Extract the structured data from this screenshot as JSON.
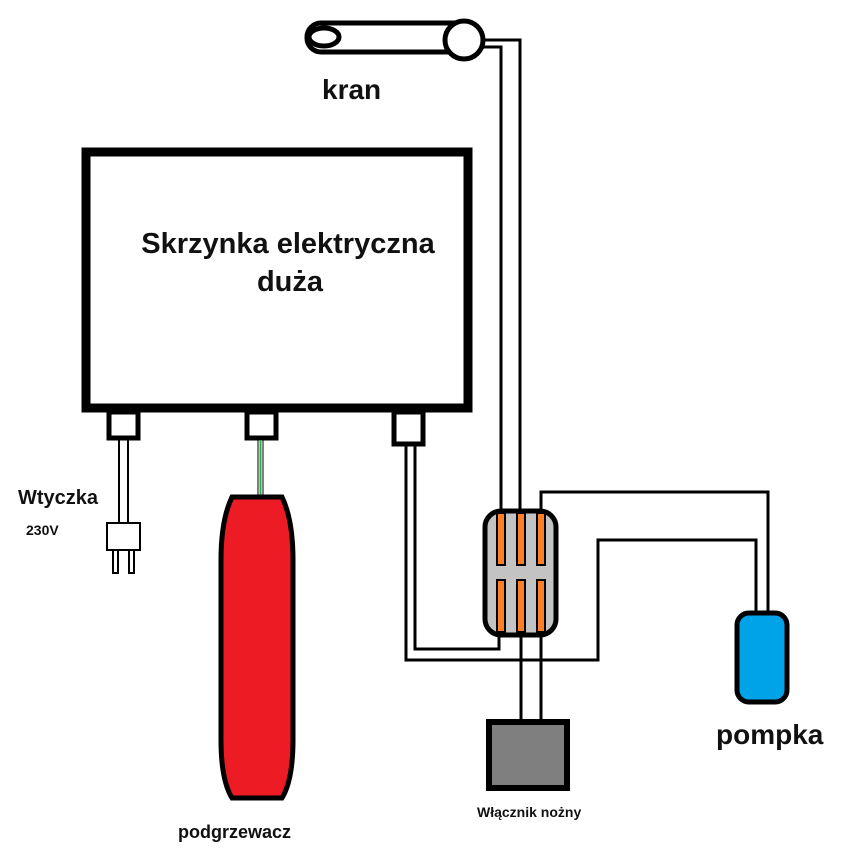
{
  "labels": {
    "box_line1": "Skrzynka elektryczna",
    "box_line2": "duża",
    "kran": "kran",
    "plug": "Wtyczka",
    "voltage": "230V",
    "heater": "podgrzewacz",
    "foot_switch": "Włącznik nożny",
    "pump": "pompka"
  },
  "colors": {
    "heater": "#ed1c24",
    "pump": "#00a2e8",
    "connector_body": "#c3c3c3",
    "connector_bars": "#ff7f27",
    "switch": "#7f7f7f",
    "heater_wire": "#22b14c"
  }
}
